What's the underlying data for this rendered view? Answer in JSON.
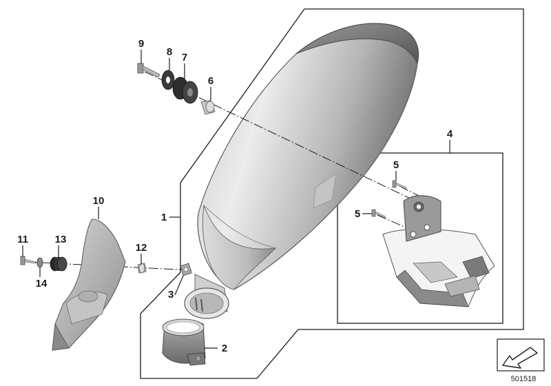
{
  "callouts": {
    "c1": "1",
    "c2": "2",
    "c3": "3",
    "c4": "4",
    "c5a": "5",
    "c5b": "5",
    "c6": "6",
    "c7": "7",
    "c8": "8",
    "c9": "9",
    "c10": "10",
    "c11": "11",
    "c12": "12",
    "c13": "13",
    "c14": "14"
  },
  "reference_number": "501518",
  "colors": {
    "muffler_light": "#e4e4e4",
    "muffler_dark": "#7a7a7a",
    "line": "#1a1a1a",
    "background": "#ffffff"
  }
}
